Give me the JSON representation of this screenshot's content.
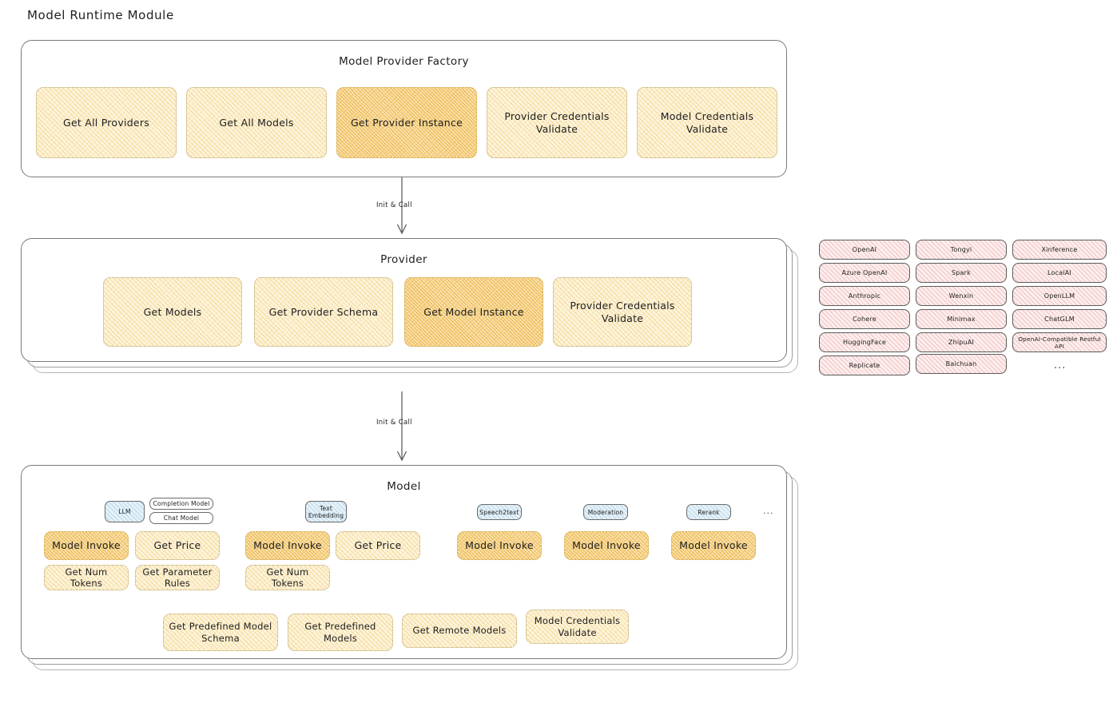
{
  "page": {
    "title": "Model Runtime Module"
  },
  "arrows": [
    {
      "label": "Init & Call"
    },
    {
      "label": "Init & Call"
    }
  ],
  "factory": {
    "title": "Model Provider Factory",
    "nodes": [
      {
        "label": "Get All Providers",
        "highlighted": false
      },
      {
        "label": "Get All Models",
        "highlighted": false
      },
      {
        "label": "Get Provider Instance",
        "highlighted": true
      },
      {
        "label": "Provider Credentials Validate",
        "highlighted": false
      },
      {
        "label": "Model Credentials Validate",
        "highlighted": false
      }
    ]
  },
  "provider": {
    "title": "Provider",
    "nodes": [
      {
        "label": "Get Models",
        "highlighted": false
      },
      {
        "label": "Get Provider Schema",
        "highlighted": false
      },
      {
        "label": "Get Model Instance",
        "highlighted": true
      },
      {
        "label": "Provider Credentials Validate",
        "highlighted": false
      }
    ]
  },
  "provider_list": {
    "columns": [
      [
        "OpenAI",
        "Azure OpenAI",
        "Anthropic",
        "Cohere",
        "HuggingFace",
        "Replicate"
      ],
      [
        "Tongyi",
        "Spark",
        "Wenxin",
        "Minimax",
        "ZhipuAI",
        "Baichuan"
      ],
      [
        "Xinference",
        "LocalAI",
        "OpenLLM",
        "ChatGLM",
        "OpenAI-Compatible Restful API"
      ]
    ],
    "more": "..."
  },
  "model": {
    "title": "Model",
    "more": "...",
    "types": [
      {
        "badge": "LLM",
        "sub_badges": [
          "Completion Model",
          "Chat Model"
        ],
        "nodes": [
          {
            "label": "Model Invoke",
            "highlighted": true
          },
          {
            "label": "Get Price",
            "highlighted": false
          },
          {
            "label": "Get Num Tokens",
            "highlighted": false
          },
          {
            "label": "Get Parameter Rules",
            "highlighted": false
          }
        ]
      },
      {
        "badge": "Text Embedding",
        "sub_badges": [],
        "nodes": [
          {
            "label": "Model Invoke",
            "highlighted": true
          },
          {
            "label": "Get Price",
            "highlighted": false
          },
          {
            "label": "Get Num Tokens",
            "highlighted": false
          }
        ]
      },
      {
        "badge": "Speech2text",
        "sub_badges": [],
        "nodes": [
          {
            "label": "Model Invoke",
            "highlighted": true
          }
        ]
      },
      {
        "badge": "Moderation",
        "sub_badges": [],
        "nodes": [
          {
            "label": "Model Invoke",
            "highlighted": true
          }
        ]
      },
      {
        "badge": "Rerank",
        "sub_badges": [],
        "nodes": [
          {
            "label": "Model Invoke",
            "highlighted": true
          }
        ]
      }
    ],
    "common_nodes": [
      {
        "label": "Get Predefined Model Schema",
        "highlighted": false
      },
      {
        "label": "Get Predefined Models",
        "highlighted": false
      },
      {
        "label": "Get Remote Models",
        "highlighted": false
      },
      {
        "label": "Model Credentials Validate",
        "highlighted": false
      }
    ]
  }
}
